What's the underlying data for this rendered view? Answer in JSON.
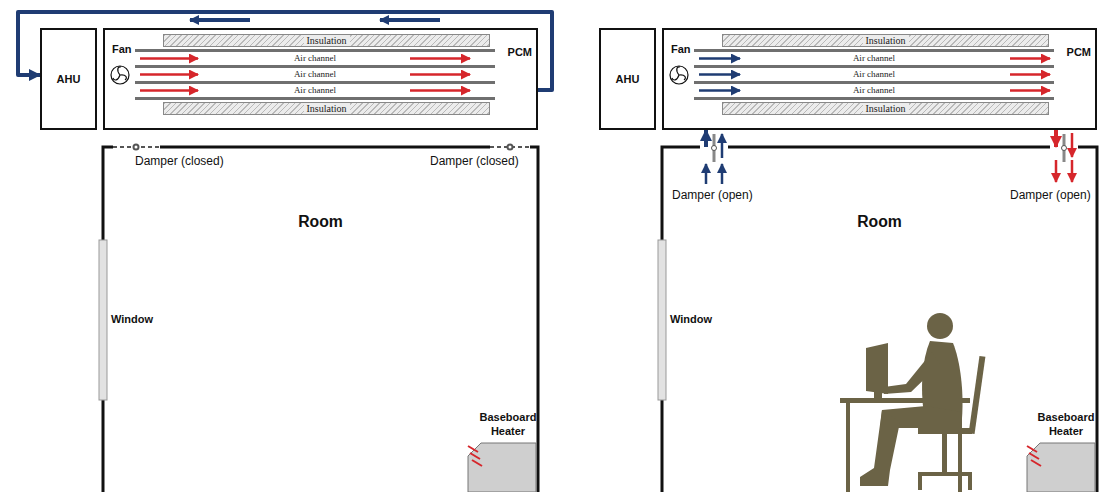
{
  "diagram": {
    "nodes": [
      {
        "text": [
          "AHU"
        ]
      },
      {
        "text": [
          "PCM"
        ]
      },
      {
        "text": [
          "Insulation"
        ],
        "in": 1
      },
      {
        "text": [
          "Air channel"
        ],
        "in": 1
      },
      {
        "text": [
          "Air channel"
        ],
        "in": 1
      },
      {
        "text": [
          "Air channel"
        ],
        "in": 1
      },
      {
        "text": [
          "Insulation"
        ],
        "in": 1
      },
      {
        "text": [
          "Room"
        ]
      },
      {
        "text": [
          "AHU"
        ]
      },
      {
        "text": [
          "PCM"
        ]
      },
      {
        "text": [
          "Insulation"
        ],
        "in": 9
      },
      {
        "text": [
          "Air channel"
        ],
        "in": 9
      },
      {
        "text": [
          "Air channel"
        ],
        "in": 9
      },
      {
        "text": [
          "Air channel"
        ],
        "in": 9
      },
      {
        "text": [
          "Insulation"
        ],
        "in": 9
      },
      {
        "text": [
          "Room"
        ]
      }
    ],
    "edges": [
      {
        "from": 1,
        "to": 0,
        "arrow": "to"
      },
      {
        "from": 15,
        "to": 9,
        "arrow": "to"
      },
      {
        "from": 9,
        "to": 15,
        "arrow": "to"
      }
    ],
    "labels": [
      "Fan",
      "Damper (closed)",
      "Damper (closed)",
      "Window",
      "Baseboard Heater",
      "Fan",
      "Damper (open)",
      "Damper (open)",
      "Window",
      "Baseboard Heater"
    ]
  }
}
